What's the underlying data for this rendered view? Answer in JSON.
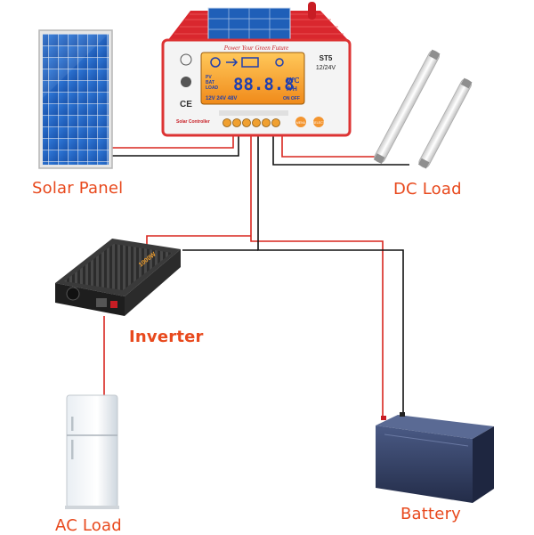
{
  "labels": {
    "solar_panel": "Solar Panel",
    "dc_load": "DC Load",
    "inverter": "Inverter",
    "ac_load": "AC Load",
    "battery": "Battery"
  },
  "controller": {
    "slogan": "Power Your Green Future",
    "model": "ST5",
    "voltage_rating": "12/24V",
    "brand_text": "Solar Controller",
    "lcd_digits": "88.8.8",
    "lcd_rows": [
      "PV",
      "BAT",
      "LOAD"
    ],
    "lcd_units": [
      "V℃",
      "A H"
    ],
    "lcd_voltages": "12V 24V 48V",
    "lcd_on_off": "ON OFF",
    "ce_mark": "CE",
    "button_labels": [
      "MENU",
      "SELECT"
    ]
  },
  "inverter": {
    "side_text": "1000W"
  },
  "colors": {
    "label": "#e8491d",
    "wire_red": "#d8261f",
    "wire_black": "#111111",
    "roof": "#d9272e",
    "lcd": "#f0a030",
    "panel": "#1f5fb8",
    "battery": "#2f3a5c"
  }
}
